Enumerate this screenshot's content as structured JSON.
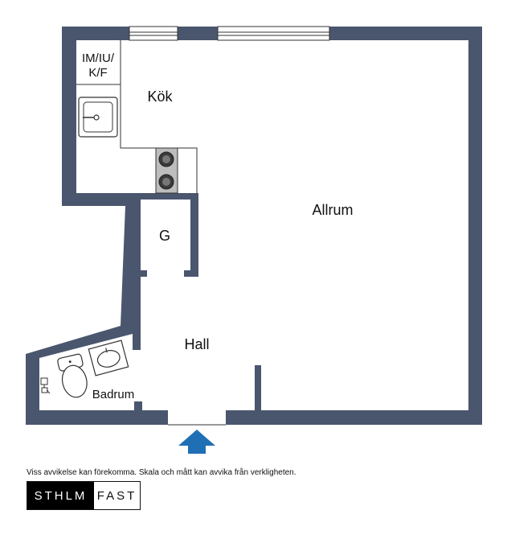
{
  "colors": {
    "wall": "#4a566e",
    "floor": "#ffffff",
    "arrow": "#1f6fb5",
    "line": "#333333"
  },
  "rooms": {
    "kok": "Kök",
    "storage": "IM/IU/",
    "storage2": "K/F",
    "allrum": "Allrum",
    "garderob": "G",
    "hall": "Hall",
    "badrum": "Badrum"
  },
  "icons": [
    "sink-icon",
    "stove-icon",
    "toilet-icon",
    "washbasin-icon",
    "shower-icon",
    "entrance-arrow-icon"
  ],
  "footer": {
    "disclaimer": "Viss avvikelse kan förekomma. Skala och mått kan avvika från verkligheten.",
    "logo_left": "STHLM",
    "logo_right": "FAST"
  }
}
